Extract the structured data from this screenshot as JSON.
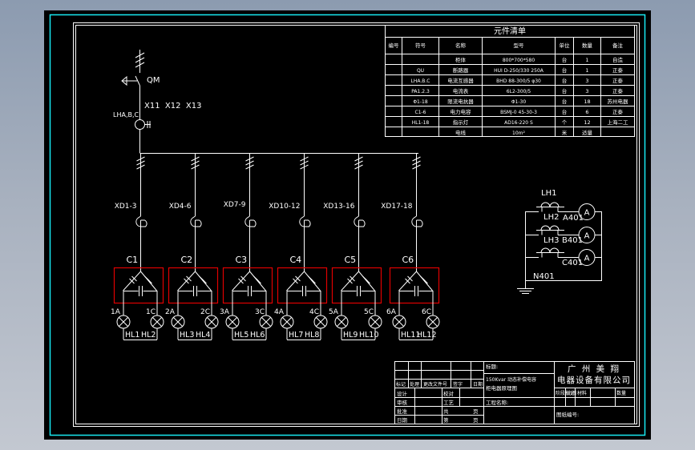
{
  "colors": {
    "canvas": "#000000",
    "line": "#ffffff",
    "highlight_box": "#e00000",
    "sheet_border": "#18e8f0"
  },
  "incoming": {
    "breaker_label": "QM",
    "terminal_labels": "X11  X12  X13",
    "ct_label": "LHA,B,C"
  },
  "branches": [
    {
      "fuse": "XD1-3",
      "capacitor": "C1",
      "terminal_a": "1A",
      "terminal_c": "1C",
      "lamp_left": "HL1",
      "lamp_right": "HL2"
    },
    {
      "fuse": "XD4-6",
      "capacitor": "C2",
      "terminal_a": "2A",
      "terminal_c": "2C",
      "lamp_left": "HL3",
      "lamp_right": "HL4"
    },
    {
      "fuse": "XD7-9",
      "capacitor": "C3",
      "terminal_a": "3A",
      "terminal_c": "3C",
      "lamp_left": "HL5",
      "lamp_right": "HL6"
    },
    {
      "fuse": "XD10-12",
      "capacitor": "C4",
      "terminal_a": "4A",
      "terminal_c": "4C",
      "lamp_left": "HL7",
      "lamp_right": "HL8"
    },
    {
      "fuse": "XD13-16",
      "capacitor": "C5",
      "terminal_a": "5A",
      "terminal_c": "5C",
      "lamp_left": "HL9",
      "lamp_right": "HL10"
    },
    {
      "fuse": "XD17-18",
      "capacitor": "C6",
      "terminal_a": "6A",
      "terminal_c": "6C",
      "lamp_left": "HL11",
      "lamp_right": "HL12"
    }
  ],
  "metering": {
    "ct_labels": [
      "LH1",
      "LH2",
      "LH3"
    ],
    "phase_labels": [
      "A401",
      "B401",
      "C401"
    ],
    "neutral_label": "N401",
    "meter_symbol": "A"
  },
  "parts_list": {
    "title": "元件清单",
    "headers": [
      "编号",
      "符号",
      "名称",
      "型号",
      "单位",
      "数量",
      "备注"
    ],
    "rows": [
      [
        "",
        "",
        "柜体",
        "800*700*580",
        "台",
        "1",
        "自造"
      ],
      [
        "",
        "QU",
        "断路器",
        "HUI D-250/330 250A",
        "台",
        "1",
        "正泰"
      ],
      [
        "",
        "LHA.B.C",
        "电流互感器",
        "BHD 88-300/5 φ30",
        "台",
        "3",
        "正泰"
      ],
      [
        "",
        "PA1.2.3",
        "电流表",
        "6L2-300/5",
        "台",
        "3",
        "正泰"
      ],
      [
        "",
        "Φ1-18",
        "限流电抗器",
        "Φ1-30",
        "台",
        "18",
        "苏州电器"
      ],
      [
        "",
        "C1-6",
        "电力电容",
        "BSMJ-0 45-30-3",
        "台",
        "6",
        "正泰"
      ],
      [
        "",
        "HL1-18",
        "指示灯",
        "AD16-220 S",
        "个",
        "12",
        "上海二工"
      ],
      [
        "",
        "",
        "电线",
        "10m²",
        "米",
        "适量",
        ""
      ]
    ]
  },
  "title_block": {
    "left_grid": {
      "header_row": [
        "标记",
        "处理",
        "更改文件号",
        "签字",
        "日期"
      ],
      "rows": [
        [
          "设计",
          "",
          "校对",
          ""
        ],
        [
          "审核",
          "",
          "工艺",
          ""
        ],
        [
          "批准",
          "",
          "共",
          "页"
        ],
        [
          "日期",
          "",
          "第",
          "页"
        ]
      ]
    },
    "drawing_label": "标题:",
    "drawing_title_line1": "150Kvar 动态补偿电容",
    "drawing_title_line2": "柜电器原理图",
    "project_label": "工程名称:",
    "company_line1": "广 州 美 翔",
    "company_line2": "电器设备有限公司",
    "info_headers": [
      "阶段标记",
      "比例",
      "材料",
      "数量"
    ],
    "drawing_number_label": "图纸编号:"
  }
}
